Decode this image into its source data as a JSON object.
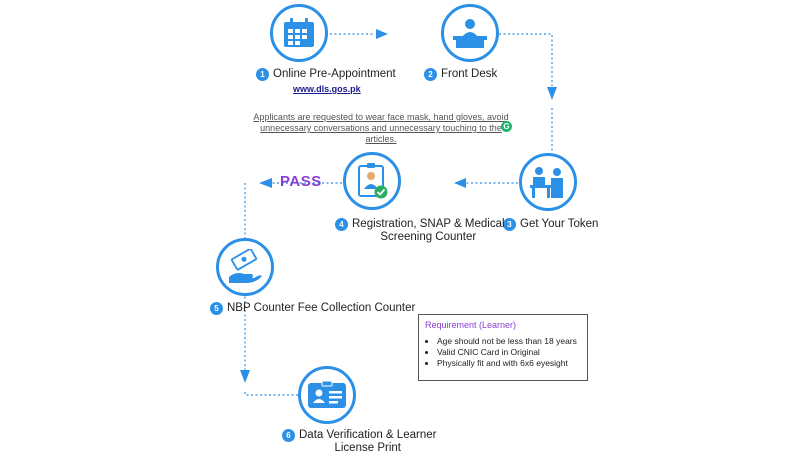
{
  "steps": [
    {
      "num": "1",
      "label": "Online Pre-Appointment",
      "icon": "calendar-icon"
    },
    {
      "num": "2",
      "label": "Front Desk",
      "icon": "front-desk-icon"
    },
    {
      "num": "3",
      "label": "Get Your Token",
      "icon": "token-counter-icon"
    },
    {
      "num": "4",
      "label_line1": "Registration, SNAP & Medical",
      "label_line2": "Screening Counter",
      "icon": "id-badge-check-icon"
    },
    {
      "num": "5",
      "label": "NBP Counter Fee Collection Counter",
      "icon": "hand-money-icon"
    },
    {
      "num": "6",
      "label_line1": "Data Verification & Learner",
      "label_line2": "License Print",
      "icon": "id-card-icon"
    }
  ],
  "website": "www.dls.gos.pk",
  "notice_line1": "Applicants are requested to wear face mask, hand gloves, avoid",
  "notice_line2": "unnecessary conversations and unnecessary touching to the articles.",
  "pass_label": "PASS",
  "requirement": {
    "title": "Requirement (Learner)",
    "items": [
      "Age should not be less than 18 years",
      "Valid CNIC Card in Original",
      "Physically fit and with 6x6 eyesight"
    ]
  },
  "colors": {
    "accent": "#2b90e6",
    "pass": "#8a3fd1",
    "check": "#27ae60"
  }
}
